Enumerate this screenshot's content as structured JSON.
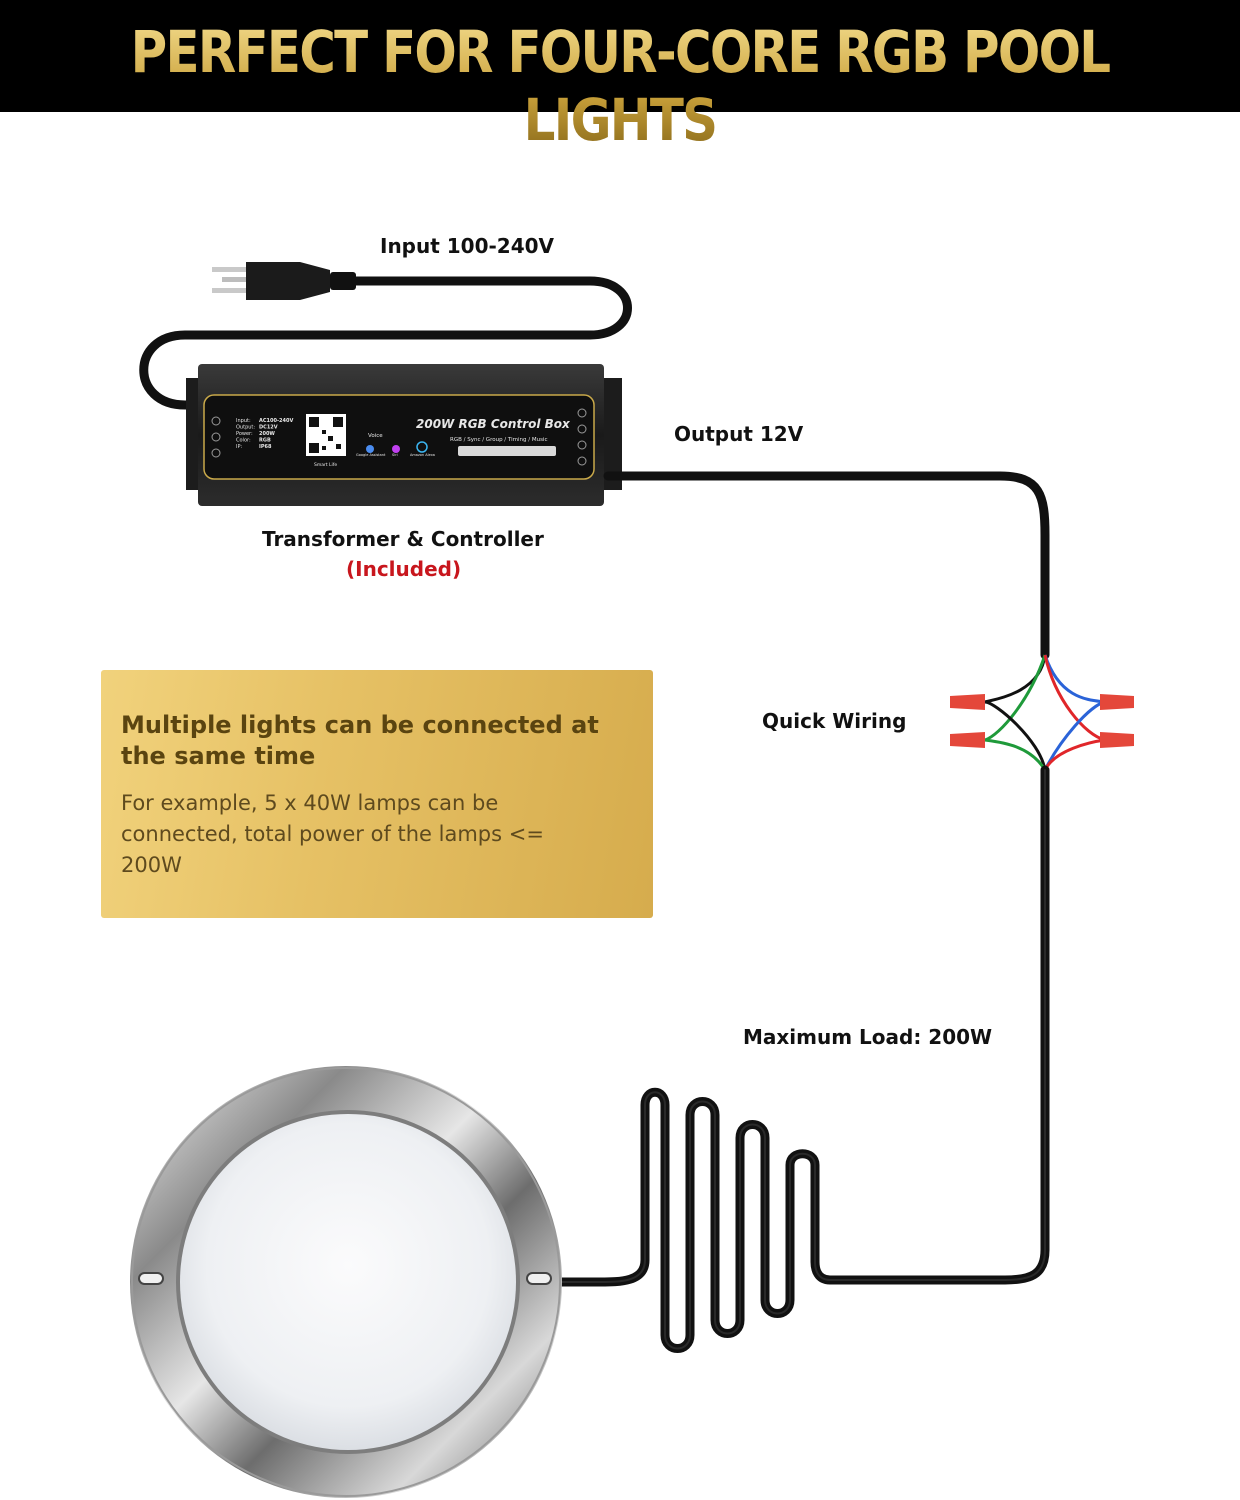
{
  "banner": {
    "title": "PERFECT FOR FOUR-CORE RGB POOL LIGHTS"
  },
  "labels": {
    "input": "Input 100-240V",
    "output": "Output 12V",
    "transformer": "Transformer & Controller",
    "included": "(Included)",
    "quick_wiring": "Quick Wiring",
    "max_load": "Maximum Load: 200W"
  },
  "card": {
    "heading": "Multiple lights can be connected at the same time",
    "body": "For example, 5 x 40W lamps can be connected, total power of the lamps <= 200W"
  },
  "control_box": {
    "title": "200W RGB Control Box",
    "subtitle": "RGB / Sync / Group / Timing / Music",
    "specs": [
      [
        "Input:",
        "AC100-240V"
      ],
      [
        "Output:",
        "DC12V"
      ],
      [
        "Power:",
        "200W"
      ],
      [
        "Color:",
        "RGB"
      ],
      [
        "IP:",
        "IP68"
      ]
    ],
    "voice": "Voice",
    "app": "Smart Life",
    "assistants": [
      "Google Assistant",
      "Siri",
      "Amazon Alexa"
    ]
  },
  "colors": {
    "gold": "#d9b650",
    "card_gold": "#e6c165",
    "included_red": "#c8161d",
    "cable": "#111111",
    "wire_red": "#e0262a",
    "wire_green": "#1f9a3a",
    "wire_blue": "#2a63d8",
    "connector": "#e4473a"
  }
}
